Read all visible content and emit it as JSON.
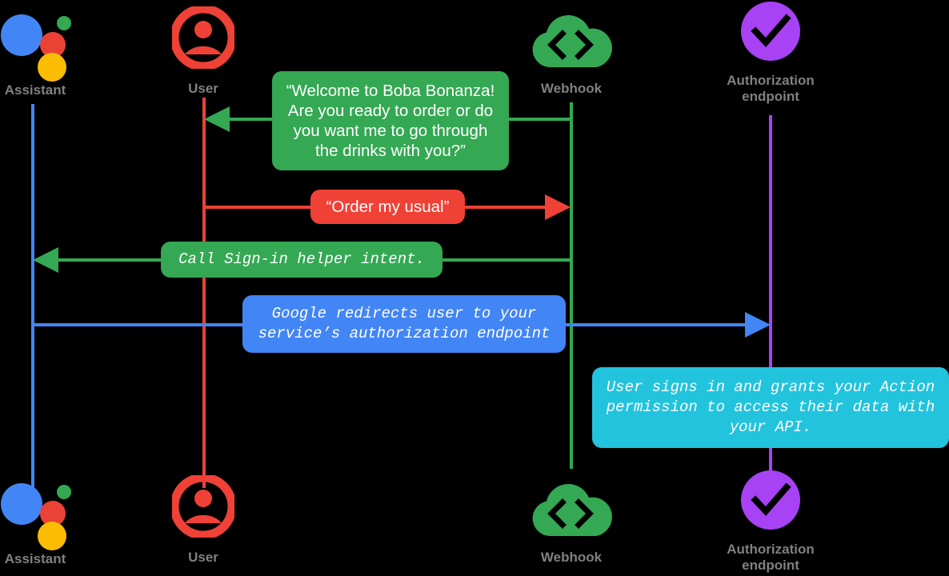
{
  "diagram": {
    "title": "Account linking sequence diagram",
    "type": "sequence-diagram",
    "background": "#000000",
    "label_color": "#808080"
  },
  "colors": {
    "assistant_blue": "#4285f4",
    "assistant_red": "#ea4335",
    "assistant_green": "#34a853",
    "assistant_yellow": "#fbbc04",
    "user_red": "#ef4136",
    "webhook_green": "#34a853",
    "auth_purple": "#a742f5",
    "bubble_green": "#34a853",
    "bubble_red": "#ef4136",
    "bubble_blue": "#4285f4",
    "bubble_cyan": "#22c3dd"
  },
  "actors": [
    {
      "id": "assistant",
      "label": "Assistant",
      "icon": "google-assistant-logo",
      "lifeline_color": "#4285f4"
    },
    {
      "id": "user",
      "label": "User",
      "icon": "user-avatar-icon",
      "lifeline_color": "#ef4136"
    },
    {
      "id": "webhook",
      "label": "Webhook",
      "icon": "cloud-code-icon",
      "lifeline_color": "#34a853"
    },
    {
      "id": "auth",
      "label": "Authorization\nendpoint",
      "icon": "purple-check-circle-icon",
      "lifeline_color": "#a742f5"
    }
  ],
  "messages": [
    {
      "id": "welcome",
      "text": "“Welcome to Boba Bonanza! Are you ready to order or do you want me to go through the drinks with you?”",
      "font": "sans",
      "color": "#34a853",
      "from": "webhook",
      "to": "user",
      "direction": "left"
    },
    {
      "id": "order-usual",
      "text": "“Order my usual”",
      "font": "sans",
      "color": "#ef4136",
      "from": "user",
      "to": "webhook",
      "direction": "right"
    },
    {
      "id": "signin-helper",
      "text": "Call Sign-in helper intent.",
      "font": "mono",
      "color": "#34a853",
      "from": "webhook",
      "to": "assistant",
      "direction": "left"
    },
    {
      "id": "redirect",
      "text": "Google redirects user to your service’s authorization endpoint",
      "font": "mono",
      "color": "#4285f4",
      "from": "assistant",
      "to": "auth",
      "direction": "right"
    },
    {
      "id": "grant-permission",
      "text": "User signs in and grants your Action permission to access their data with your API.",
      "font": "mono",
      "color": "#22c3dd",
      "from": "auth",
      "to": "auth",
      "direction": "none"
    }
  ]
}
